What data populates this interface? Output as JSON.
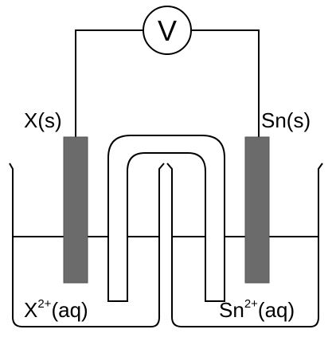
{
  "voltmeter": {
    "symbol": "V"
  },
  "left_cell": {
    "electrode_label": "X(s)",
    "solution_ion": "X",
    "solution_charge": "2+",
    "solution_state": "(aq)"
  },
  "right_cell": {
    "electrode_label": "Sn(s)",
    "solution_ion": "Sn",
    "solution_charge": "2+",
    "solution_state": "(aq)"
  },
  "colors": {
    "electrode_fill": "#6b6b6b",
    "line": "#000000",
    "background": "#ffffff"
  }
}
